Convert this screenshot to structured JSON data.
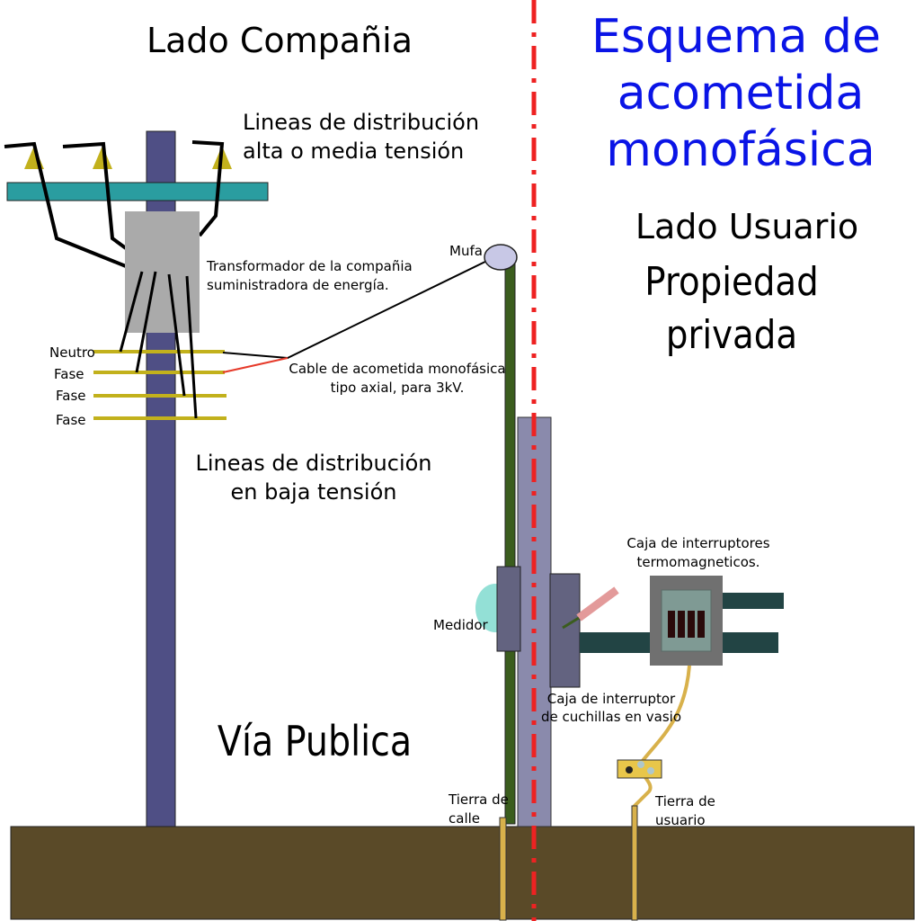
{
  "title": {
    "line1": "Esquema de",
    "line2": "acometida",
    "line3": "monofásica"
  },
  "sides": {
    "company": "Lado Compañia",
    "user": "Lado Usuario",
    "property_line1": "Propiedad",
    "property_line2": "privada",
    "public_road": "Vía Publica"
  },
  "labels": {
    "hv_lines_1": "Lineas de distribución",
    "hv_lines_2": "alta o media tensión",
    "transformer_1": "Transformador de la compañia",
    "transformer_2": "suministradora de energía.",
    "mufa": "Mufa",
    "neutro": "Neutro",
    "fase1": "Fase",
    "fase2": "Fase",
    "fase3": "Fase",
    "cable_1": "Cable de acometida monofásica",
    "cable_2": "tipo axial, para 3kV.",
    "lv_lines_1": "Lineas de distribución",
    "lv_lines_2": "en baja tensión",
    "breaker_box_1": "Caja de interruptores",
    "breaker_box_2": "termomagneticos.",
    "medidor": "Medidor",
    "knife_box_1": "Caja de interruptor",
    "knife_box_2": "de cuchillas en vasio",
    "street_ground_1": "Tierra de",
    "street_ground_2": "calle",
    "user_ground_1": "Tierra de",
    "user_ground_2": "usuario"
  },
  "colors": {
    "title": "#0a14e6",
    "divider": "#ee2222",
    "ground": "#5a4a28",
    "pole": "#4f4f85",
    "crossarm": "#2a9da0",
    "transformer": "#aaaaaa",
    "line_yellow": "#c2b11c",
    "mast_green": "#3b5d1e",
    "user_pole": "#8a8aac",
    "box_dark": "#636380",
    "meter_glass": "#93e0d6",
    "bar_dark": "#224444",
    "breaker_box": "#707070",
    "ground_wire": "#d8b14b"
  }
}
